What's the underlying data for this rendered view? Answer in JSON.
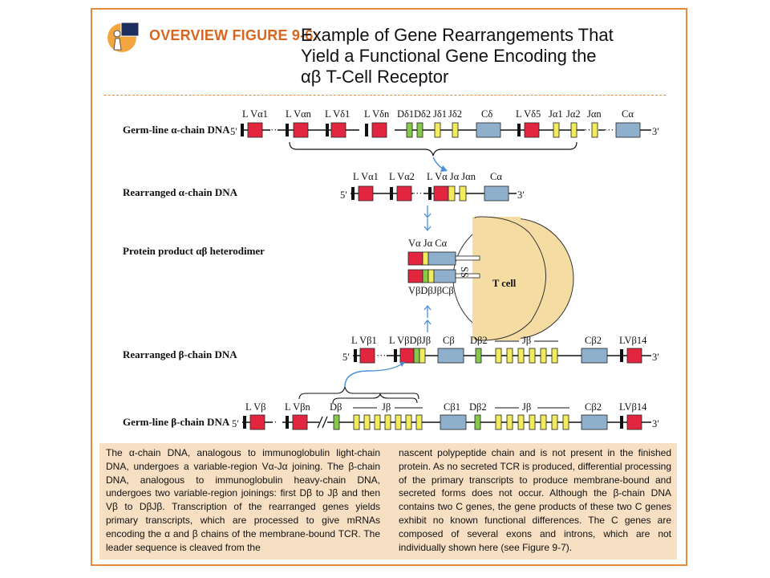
{
  "header": {
    "label": "OVERVIEW FIGURE 9-6:",
    "title": "Example of Gene Rearrangements That\nYield a Functional Gene Encoding the\nαβ T-Cell Receptor"
  },
  "rows": {
    "germline_alpha": "Germ-line α-chain DNA",
    "rearranged_alpha": "Rearranged α-chain DNA",
    "protein": "Protein product αβ heterodimer",
    "rearranged_beta": "Rearranged β-chain DNA",
    "germline_beta": "Germ-line β-chain DNA"
  },
  "gene_labels": {
    "ga": [
      "L Vα1",
      "L Vαn",
      "L Vδ1",
      "L Vδn",
      "Dδ1",
      "Dδ2",
      "Jδ1",
      "Jδ2",
      "Cδ",
      "L Vδ5",
      "Jα1",
      "Jα2",
      "Jαn",
      "Cα"
    ],
    "ra": [
      "L Vα1",
      "L Vα2",
      "L Vα Jα Jαn",
      "Cα"
    ],
    "protein_alpha": "Vα Jα Cα",
    "protein_beta": "VβDβJβCβ",
    "tcell": "T cell",
    "ss": "SS",
    "rb": [
      "L Vβ1",
      "L VβDβJβ",
      "Cβ",
      "Dβ2",
      "Jβ",
      "Cβ2",
      "LVβ14"
    ],
    "gb": [
      "L Vβ",
      "L Vβn",
      "Dβ",
      "Jβ",
      "Cβ1",
      "Dβ2",
      "Jβ",
      "Cβ2",
      "LVβ14"
    ],
    "five_prime": "5′",
    "three_prime": "3′"
  },
  "colors": {
    "frame": "#e58a3a",
    "v_segment": "#e3263f",
    "j_segment": "#f2ec5c",
    "d_segment": "#86c84a",
    "c_segment": "#8fb0cc",
    "caption_bg": "#f6dfc3",
    "arrow": "#4a8fd6",
    "tcell": "#f5dca2"
  },
  "caption": {
    "left": "The α-chain DNA, analogous to immunoglobulin light-chain DNA, undergoes a variable-region Vα-Jα joining. The β-chain DNA, analogous to immunoglobulin heavy-chain DNA, undergoes two variable-region joinings: first Dβ to Jβ and then Vβ to DβJβ. Transcription of the rearranged genes yields primary transcripts, which are processed to give mRNAs encoding the α and β chains of the membrane-bound TCR. The leader sequence is cleaved from the",
    "right": "nascent polypeptide chain and is not present in the finished protein. As no secreted TCR is produced, differential processing of the primary transcripts to produce membrane-bound and secreted forms does not occur. Although the β-chain DNA contains two C genes, the gene products of these two C genes exhibit no known functional differences. The C genes are composed of several exons and introns, which are not individually shown here (see Figure 9-7)."
  }
}
